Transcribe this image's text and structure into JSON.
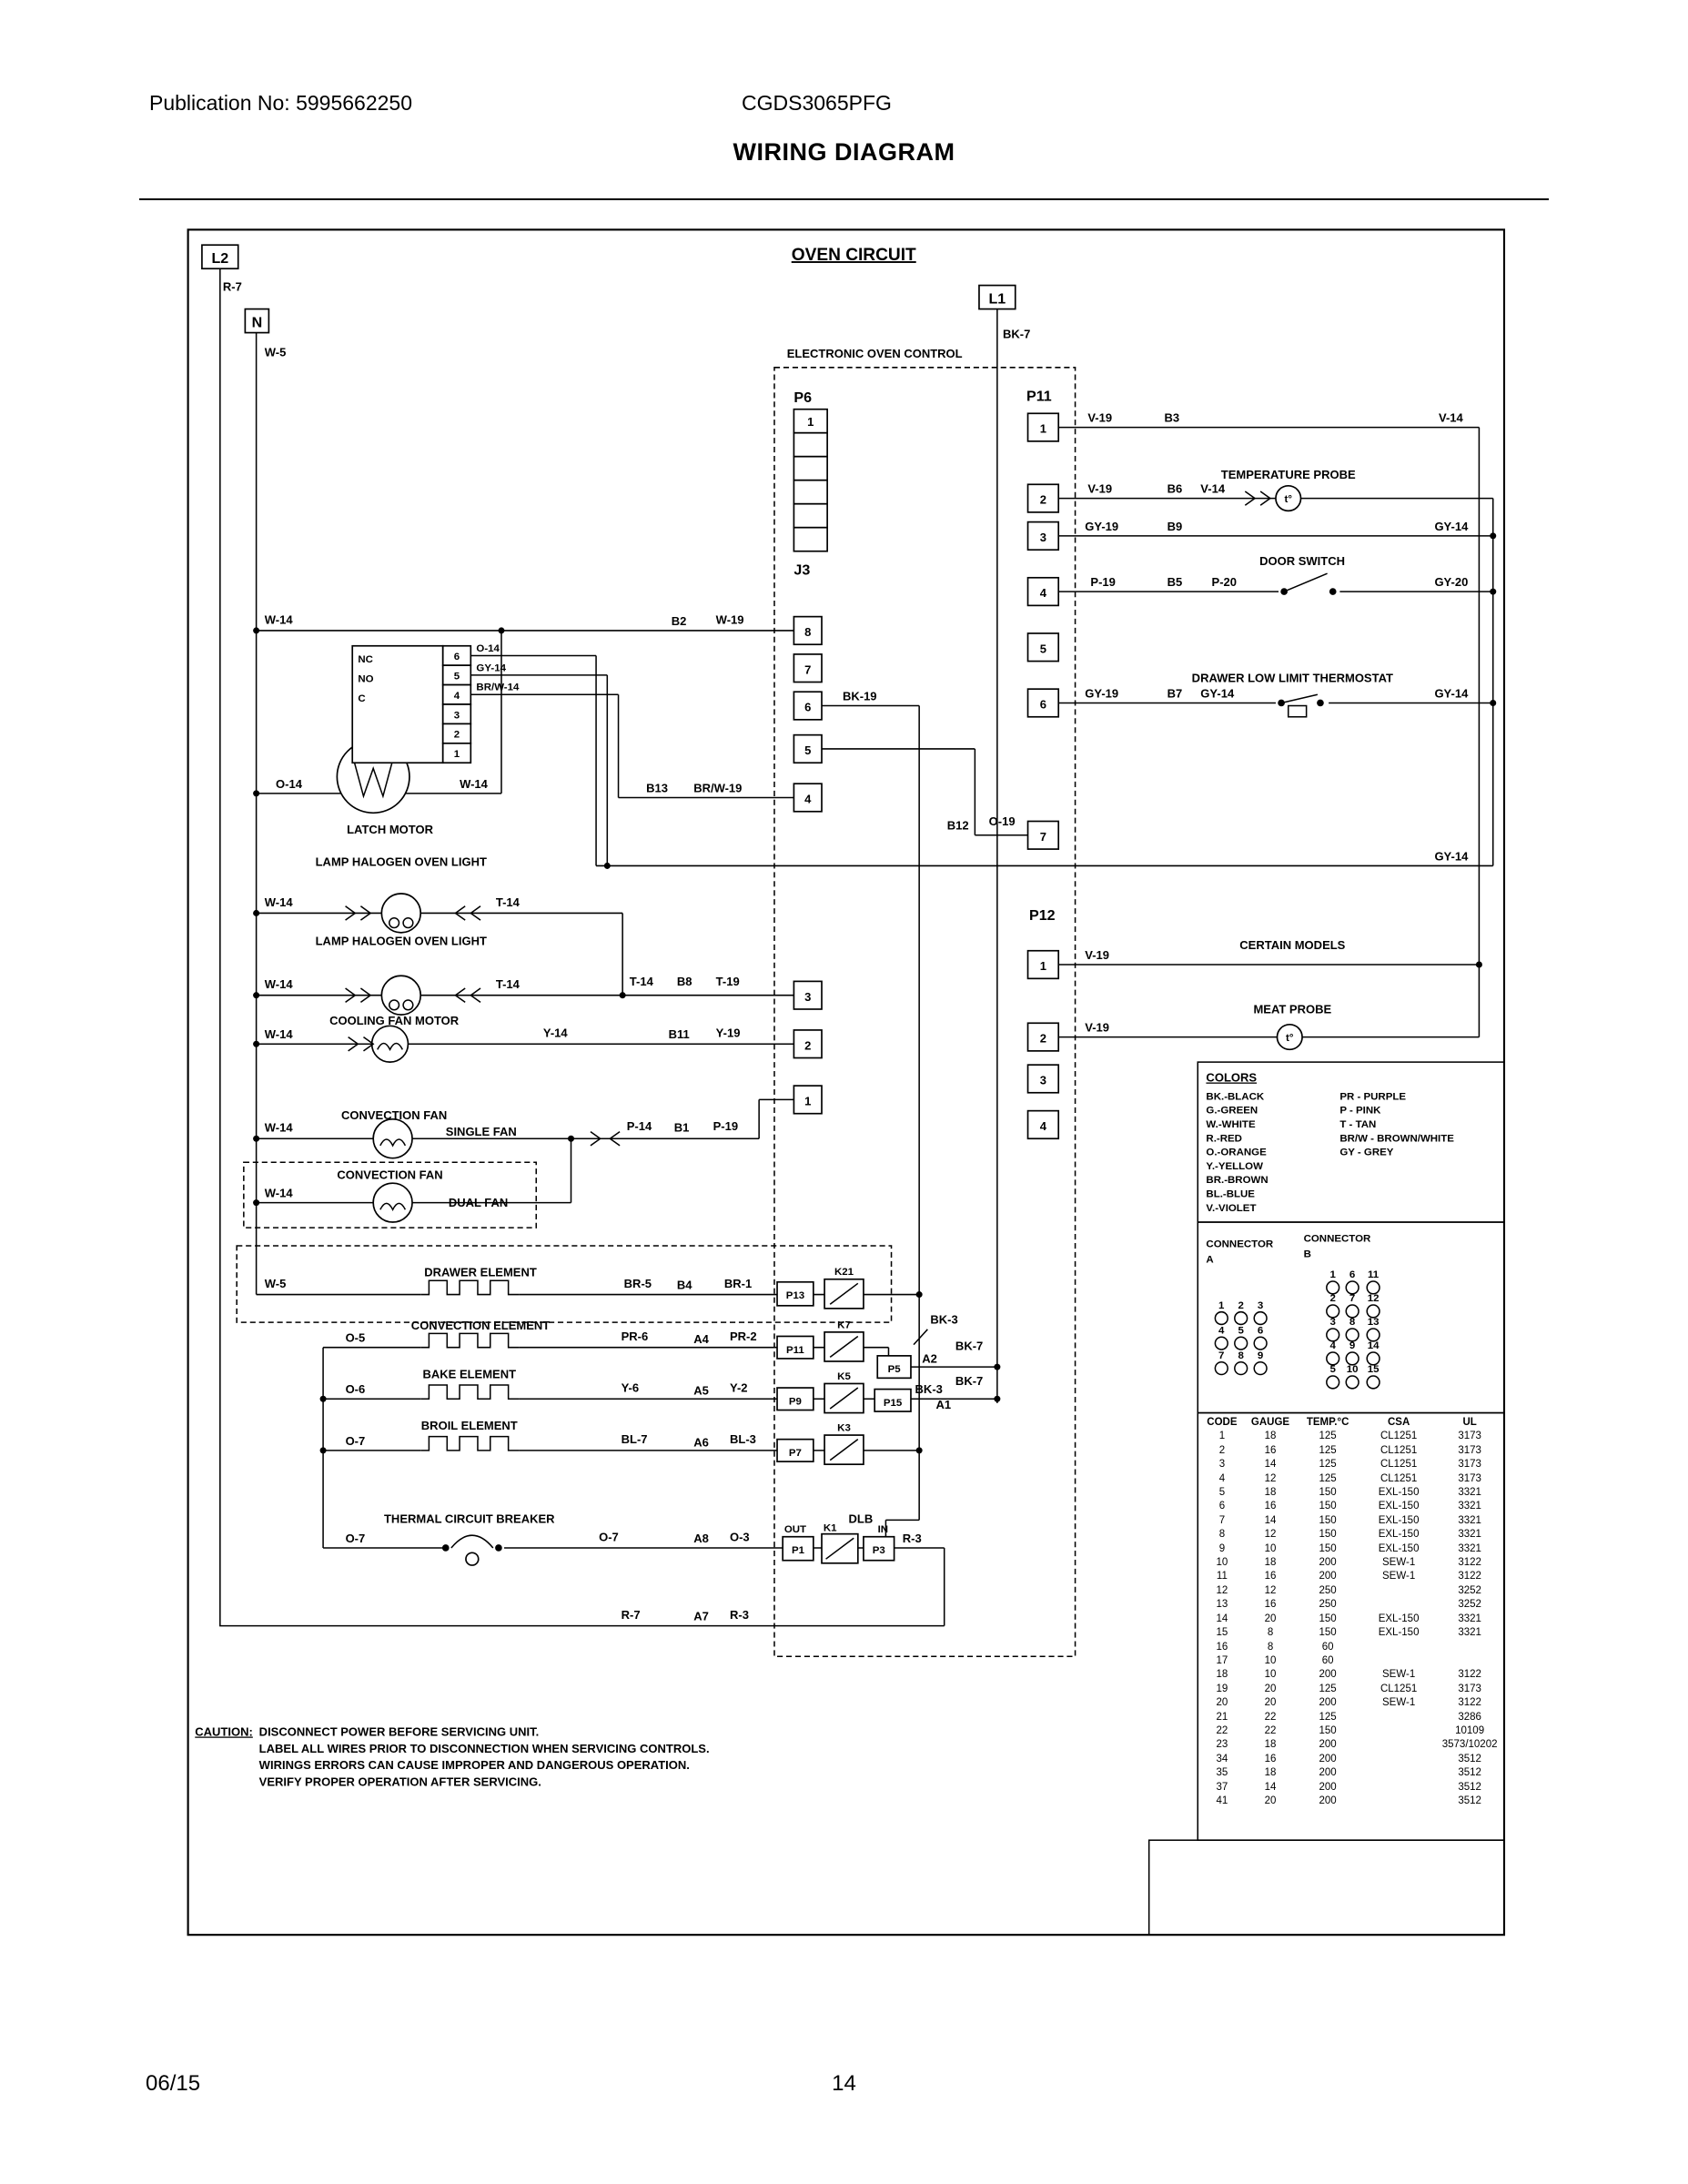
{
  "header": {
    "publication": "Publication No: 5995662250",
    "model": "CGDS3065PFG",
    "title": "WIRING DIAGRAM"
  },
  "footer": {
    "date": "06/15",
    "page": "14"
  },
  "circuit": {
    "title": "OVEN CIRCUIT",
    "l2": {
      "label": "L2",
      "wire": "R-7"
    },
    "n": {
      "label": "N",
      "wire": "W-5"
    },
    "l1": {
      "label": "L1",
      "wire": "BK-7"
    },
    "eoc": "ELECTRONIC OVEN CONTROL",
    "p6": {
      "label": "P6",
      "pin": "1"
    },
    "j3": {
      "label": "J3",
      "pins": [
        "8",
        "7",
        "6",
        "5",
        "4",
        "3",
        "2",
        "1"
      ]
    },
    "p11": {
      "label": "P11",
      "pins": [
        "1",
        "2",
        "3",
        "4",
        "5",
        "6",
        "7"
      ]
    },
    "p12": {
      "label": "P12",
      "pins": [
        "1",
        "2",
        "3",
        "4"
      ]
    },
    "rows": {
      "b3": {
        "w1": "V-19",
        "id": "B3",
        "w2": "V-14"
      },
      "b6": {
        "title": "TEMPERATURE PROBE",
        "w1": "V-19",
        "id": "B6",
        "w2": "V-14",
        "probe": "t°"
      },
      "b9": {
        "w1": "GY-19",
        "id": "B9",
        "w2": "GY-14"
      },
      "b5": {
        "title": "DOOR SWITCH",
        "w1": "P-19",
        "id": "B5",
        "w2": "P-20",
        "w3": "GY-20"
      },
      "b7": {
        "title": "DRAWER LOW LIMIT THERMOSTAT",
        "w1": "GY-19",
        "id": "B7",
        "w2": "GY-14",
        "w3": "GY-14"
      },
      "gy14": "GY-14",
      "b12": {
        "id": "B12",
        "w1": "O-19"
      },
      "b2": {
        "w1": "W-14",
        "id": "B2",
        "w2": "W-19"
      },
      "bk19": "BK-19",
      "b13": {
        "id": "B13",
        "w1": "BR/W-19"
      }
    },
    "latch": {
      "contacts": [
        "NC",
        "NO",
        "C"
      ],
      "pins": [
        "6",
        "5",
        "4",
        "3",
        "2",
        "1"
      ],
      "wires": [
        "O-14",
        "GY-14",
        "BR/W-14"
      ],
      "left": "O-14",
      "right": "W-14",
      "label": "LATCH MOTOR"
    },
    "lamp1": {
      "title": "LAMP HALOGEN OVEN LIGHT",
      "w1": "W-14",
      "w2": "T-14"
    },
    "lamp2": {
      "title": "LAMP HALOGEN OVEN LIGHT",
      "w1": "W-14",
      "w2": "T-14",
      "w3": "T-14",
      "id": "B8",
      "w4": "T-19"
    },
    "cooling": {
      "title": "COOLING FAN MOTOR",
      "w1": "W-14",
      "w2": "Y-14",
      "id": "B11",
      "w3": "Y-19"
    },
    "fan_single": {
      "title": "CONVECTION FAN",
      "sub": "SINGLE FAN",
      "w1": "W-14",
      "w2": "P-14",
      "id": "B1",
      "w3": "P-19"
    },
    "fan_dual": {
      "title": "CONVECTION FAN",
      "sub": "DUAL FAN",
      "w1": "W-14"
    },
    "drawer": {
      "title": "DRAWER ELEMENT",
      "w1": "W-5",
      "w2": "BR-5",
      "id": "B4",
      "w3": "BR-1",
      "conn": "P13",
      "relay": "K21"
    },
    "convection": {
      "title": "CONVECTION ELEMENT",
      "w1": "O-5",
      "w2": "PR-6",
      "id": "A4",
      "w3": "PR-2",
      "conn": "P11",
      "relay": "K7",
      "tap": "BK-3",
      "conn2": "P5",
      "id2": "A2",
      "w4": "BK-7"
    },
    "bake": {
      "title": "BAKE ELEMENT",
      "w1": "O-6",
      "w2": "Y-6",
      "id": "A5",
      "w3": "Y-2",
      "conn": "P9",
      "relay": "K5",
      "conn2": "P15",
      "w4": "BK-3",
      "id2": "A1",
      "w5": "BK-7"
    },
    "broil": {
      "title": "BROIL ELEMENT",
      "w1": "O-7",
      "w2": "BL-7",
      "id": "A6",
      "w3": "BL-3",
      "conn": "P7",
      "relay": "K3"
    },
    "breaker": {
      "title": "THERMAL CIRCUIT BREAKER",
      "w1": "O-7",
      "w2": "O-7",
      "id": "A8",
      "w3": "O-3",
      "out": "OUT",
      "conn": "P1",
      "relay": "K1",
      "dlb": "DLB",
      "in": "IN",
      "conn2": "P3",
      "w4": "R-3"
    },
    "a7": {
      "w1": "R-7",
      "id": "A7",
      "w2": "R-3"
    },
    "meat": {
      "note": "CERTAIN MODELS",
      "title": "MEAT PROBE",
      "w1": "V-19",
      "w2": "V-19",
      "probe": "t°"
    }
  },
  "colors": {
    "title": "COLORS",
    "left": [
      "BK.-BLACK",
      "G.-GREEN",
      "W.-WHITE",
      "R.-RED",
      "O.-ORANGE",
      "Y.-YELLOW",
      "BR.-BROWN",
      "BL.-BLUE",
      "V.-VIOLET"
    ],
    "right": [
      "PR - PURPLE",
      "P - PINK",
      "T - TAN",
      "BR/W - BROWN/WHITE",
      "GY - GREY"
    ]
  },
  "connectors": {
    "a_title1": "CONNECTOR",
    "a_title2": "A",
    "b_title1": "CONNECTOR",
    "b_title2": "B",
    "a_rows": [
      [
        "1",
        "2",
        "3"
      ],
      [
        "4",
        "5",
        "6"
      ],
      [
        "7",
        "8",
        "9"
      ]
    ],
    "b_rows": [
      [
        "1",
        "6",
        "11"
      ],
      [
        "2",
        "7",
        "12"
      ],
      [
        "3",
        "8",
        "13"
      ],
      [
        "4",
        "9",
        "14"
      ],
      [
        "5",
        "10",
        "15"
      ]
    ]
  },
  "wire_table": {
    "headers": [
      "CODE",
      "GAUGE",
      "TEMP.°C",
      "CSA",
      "UL"
    ],
    "rows": [
      [
        "1",
        "18",
        "125",
        "CL1251",
        "3173"
      ],
      [
        "2",
        "16",
        "125",
        "CL1251",
        "3173"
      ],
      [
        "3",
        "14",
        "125",
        "CL1251",
        "3173"
      ],
      [
        "4",
        "12",
        "125",
        "CL1251",
        "3173"
      ],
      [
        "5",
        "18",
        "150",
        "EXL-150",
        "3321"
      ],
      [
        "6",
        "16",
        "150",
        "EXL-150",
        "3321"
      ],
      [
        "7",
        "14",
        "150",
        "EXL-150",
        "3321"
      ],
      [
        "8",
        "12",
        "150",
        "EXL-150",
        "3321"
      ],
      [
        "9",
        "10",
        "150",
        "EXL-150",
        "3321"
      ],
      [
        "10",
        "18",
        "200",
        "SEW-1",
        "3122"
      ],
      [
        "11",
        "16",
        "200",
        "SEW-1",
        "3122"
      ],
      [
        "12",
        "12",
        "250",
        "",
        "3252"
      ],
      [
        "13",
        "16",
        "250",
        "",
        "3252"
      ],
      [
        "14",
        "20",
        "150",
        "EXL-150",
        "3321"
      ],
      [
        "15",
        "8",
        "150",
        "EXL-150",
        "3321"
      ],
      [
        "16",
        "8",
        "60",
        "",
        ""
      ],
      [
        "17",
        "10",
        "60",
        "",
        ""
      ],
      [
        "18",
        "10",
        "200",
        "SEW-1",
        "3122"
      ],
      [
        "19",
        "20",
        "125",
        "CL1251",
        "3173"
      ],
      [
        "20",
        "20",
        "200",
        "SEW-1",
        "3122"
      ],
      [
        "21",
        "22",
        "125",
        "",
        "3286"
      ],
      [
        "22",
        "22",
        "150",
        "",
        "10109"
      ],
      [
        "23",
        "18",
        "200",
        "",
        "3573/10202"
      ],
      [
        "34",
        "16",
        "200",
        "",
        "3512"
      ],
      [
        "35",
        "18",
        "200",
        "",
        "3512"
      ],
      [
        "37",
        "14",
        "200",
        "",
        "3512"
      ],
      [
        "41",
        "20",
        "200",
        "",
        "3512"
      ]
    ]
  },
  "caution": {
    "label": "CAUTION:",
    "line1": "DISCONNECT POWER BEFORE SERVICING UNIT.",
    "line2": "LABEL ALL WIRES PRIOR TO DISCONNECTION WHEN SERVICING CONTROLS.",
    "line3": "WIRINGS ERRORS CAN CAUSE IMPROPER AND DANGEROUS OPERATION.",
    "line4": "VERIFY PROPER OPERATION AFTER SERVICING."
  }
}
